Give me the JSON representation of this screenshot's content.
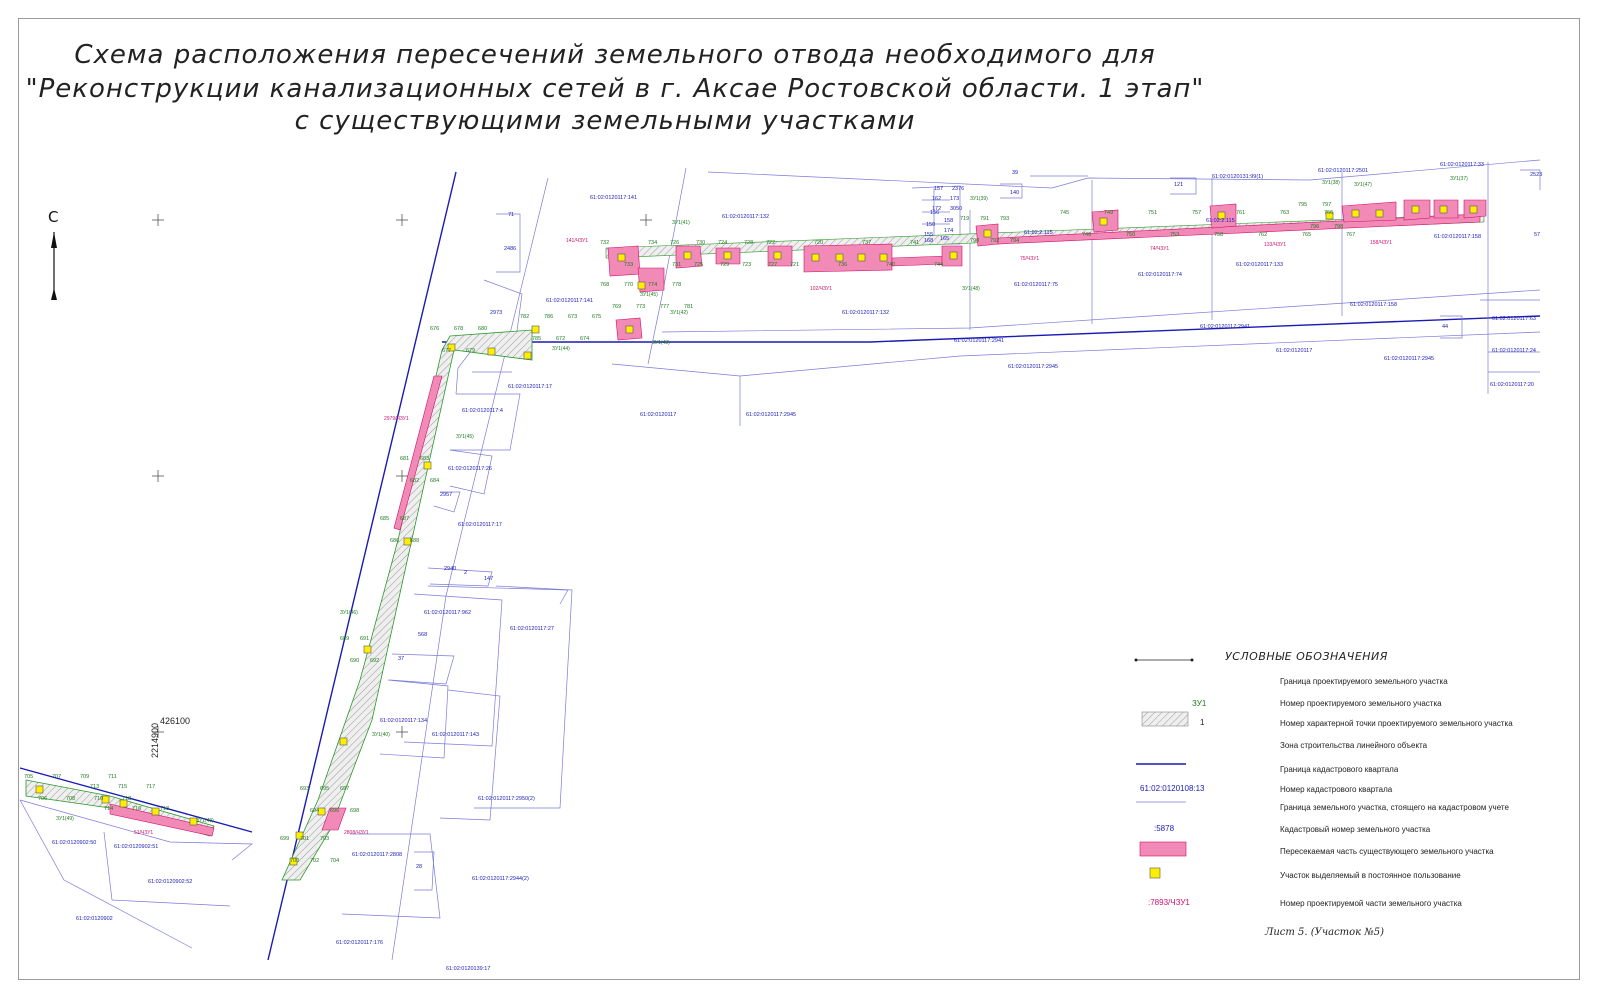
{
  "title": {
    "line1": "Схема расположения пересечений земельного отвода необходимого для",
    "line2": "\"Реконструкции канализационных сетей в г. Аксае Ростовской области. 1 этап\"",
    "line3": "с существующими земельными участками"
  },
  "north_label": "С",
  "coords": {
    "x": "426100",
    "y": "2214900"
  },
  "legend": {
    "title": "УСЛОВНЫЕ ОБОЗНАЧЕНИЯ",
    "items": [
      {
        "label": "Граница проектируемого земельного участка",
        "sample": ""
      },
      {
        "label": "Номер проектируемого земельного участка",
        "sample": "ЗУ1"
      },
      {
        "label": "Номер характерной точки проектируемого земельного участка",
        "sample": "1"
      },
      {
        "label": "Зона строительства линейного объекта",
        "sample": ""
      },
      {
        "label": "Граница кадастрового квартала",
        "sample": ""
      },
      {
        "label": "Номер кадастрового квартала",
        "sample": "61:02:0120108:13"
      },
      {
        "label": "Граница земельного участка, стоящего на кадастровом учете",
        "sample": ""
      },
      {
        "label": "Кадастровый номер земельного участка",
        "sample": ":5878"
      },
      {
        "label": "Пересекаемая часть существующего земельного участка",
        "sample": ""
      },
      {
        "label": "Участок выделяемый в постоянное пользование",
        "sample": ""
      },
      {
        "label": "Номер проектируемой части земельного участка",
        "sample": ":7893/ЧЗУ1"
      }
    ]
  },
  "sheet_label": "Лист 5. (Участок №5)",
  "colors": {
    "quarter_line": "#1a1ab4",
    "parcel_line": "#6a6ad0",
    "cadastral_text": "#1a1ab4",
    "point_text": "#1f7a1f",
    "part_text": "#d0106a",
    "intersect_fill": "#f28ab8",
    "zone_fill": "#e6e6e6",
    "marker_fill": "#ffee00"
  },
  "map": {
    "cadastral_numbers": [
      "61:02:0120117:141",
      "61:02:0120117:132",
      "61:02:0120117:132",
      "61:02:0120117:141",
      "61:02:0120117:17",
      "61:02:0120117",
      "61:02:0120117:2945",
      "61:02:0120117:4",
      "61:02:0120117:26",
      "61:02:0120117:17",
      "61:02:0120117:962",
      "61:02:0120117:27",
      "61:02:0120117:134",
      "61:02:0120117:143",
      "61:02:0120117:2950(2)",
      "61:02:0120117:2808",
      "61:02:0120117:2944(2)",
      "61:02:0120117:176",
      "61:02:0120139:17",
      "61:02:0120902:50",
      "61:02:0120902:51",
      "61:02:0120902:52",
      "61:02:0120902",
      "61:02:0120117:75",
      "61:02:2.115",
      "61:02:2.115",
      "61:02:0120117:74",
      "61:02:0120117:133",
      "61:02:0120131:99(1)",
      "61:02:0120117:2501",
      "61:02:0120117:33",
      "61:02:0120117:158",
      "61:02:0120117:158",
      "61:02:0120117:2941",
      "61:02:0120117:2941",
      "61:02:0120117:2945",
      "61:02:0120117",
      "61:02:0120117:2945",
      "61:02:0120117:63",
      "61:02:0120117:24",
      "61:02:0120117:20"
    ],
    "parcel_numbers": [
      "71",
      "2486",
      "2973",
      "39",
      "140",
      "121",
      "2523",
      "44",
      "57",
      "2957",
      "2940",
      "568",
      "37",
      "28",
      "2",
      "147",
      "157",
      "2376",
      "162",
      "173",
      "172",
      "3050",
      "156",
      "158",
      "150",
      "174",
      "155",
      "165",
      "168"
    ],
    "zone_labels": [
      "ЗУ1(41)",
      "ЗУ1(42)",
      "ЗУ1(43)",
      "ЗУ1(44)",
      "ЗУ1(45)",
      "ЗУ1(46)",
      "ЗУ1(47)",
      "ЗУ1(39)",
      "ЗУ1(38)",
      "ЗУ1(37)",
      "ЗУ1(48)",
      "ЗУ1(40)",
      "ЗУ1(45)",
      "ЗУ1(49)",
      "ЗУ1(43)"
    ],
    "part_labels": [
      "141/ЧЗУ1",
      "102/ЧЗУ1",
      "75/ЧЗУ1",
      "74/ЧЗУ1",
      "133/ЧЗУ1",
      "158/ЧЗУ1",
      "2979/ЧЗУ1",
      "2808/ЧЗУ1",
      "51/ЧЗУ1"
    ],
    "point_numbers": [
      "732",
      "733",
      "734",
      "731",
      "730",
      "729",
      "728",
      "727",
      "726",
      "725",
      "724",
      "723",
      "722",
      "721",
      "720",
      "736",
      "737",
      "740",
      "741",
      "744",
      "745",
      "746",
      "749",
      "750",
      "751",
      "753",
      "757",
      "758",
      "761",
      "762",
      "763",
      "765",
      "766",
      "767",
      "768",
      "769",
      "770",
      "773",
      "774",
      "777",
      "778",
      "781",
      "782",
      "785",
      "786",
      "672",
      "673",
      "674",
      "675",
      "676",
      "677",
      "678",
      "679",
      "680",
      "681",
      "682",
      "683",
      "684",
      "685",
      "686",
      "687",
      "688",
      "689",
      "690",
      "691",
      "692",
      "693",
      "694",
      "695",
      "696",
      "697",
      "698",
      "699",
      "700",
      "701",
      "702",
      "703",
      "704",
      "705",
      "706",
      "707",
      "708",
      "709",
      "710",
      "711",
      "712",
      "713",
      "714",
      "715",
      "716",
      "717",
      "718",
      "719",
      "790",
      "791",
      "792",
      "793",
      "794",
      "795",
      "796",
      "797",
      "798"
    ]
  }
}
